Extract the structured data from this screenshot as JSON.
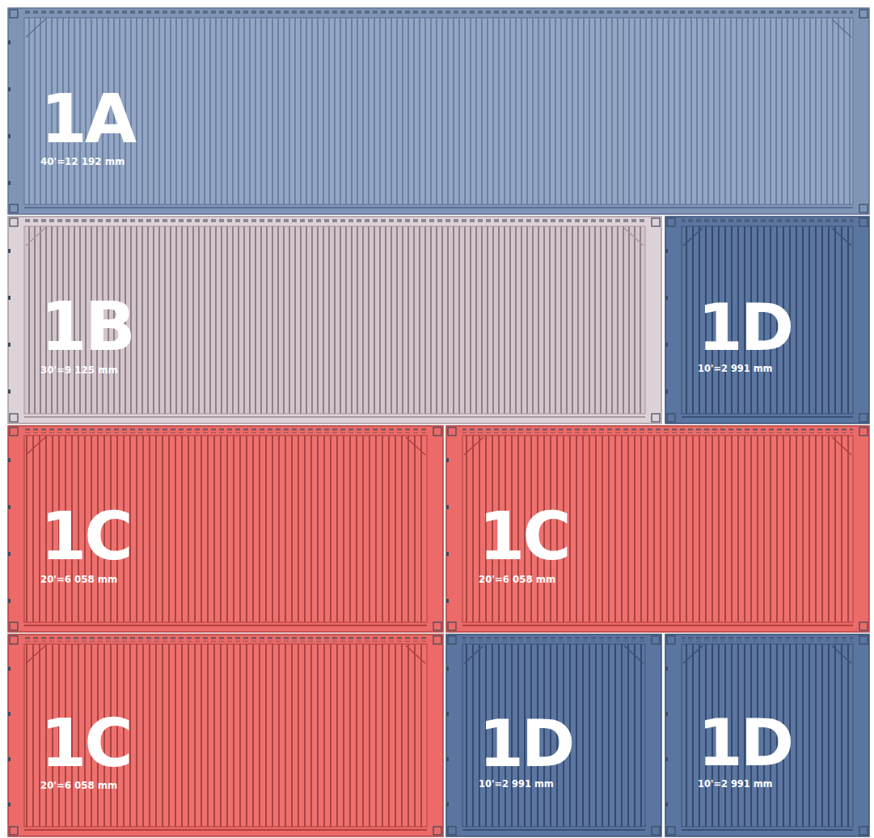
{
  "diagram": {
    "nodes": [
      {
        "text": [
          "1A",
          "40'=12 192 mm"
        ]
      },
      {
        "text": [
          "1B",
          "30'=9 125 mm"
        ]
      },
      {
        "text": [
          "1D",
          "10'=2 991 mm"
        ]
      },
      {
        "text": [
          "1C",
          "20'=6 058 mm"
        ]
      },
      {
        "text": [
          "1C",
          "20'=6 058 mm"
        ]
      },
      {
        "text": [
          "1C",
          "20'=6 058 mm"
        ]
      },
      {
        "text": [
          "1D",
          "10'=2 991 mm"
        ]
      },
      {
        "text": [
          "1D",
          "10'=2 991 mm"
        ]
      }
    ]
  }
}
